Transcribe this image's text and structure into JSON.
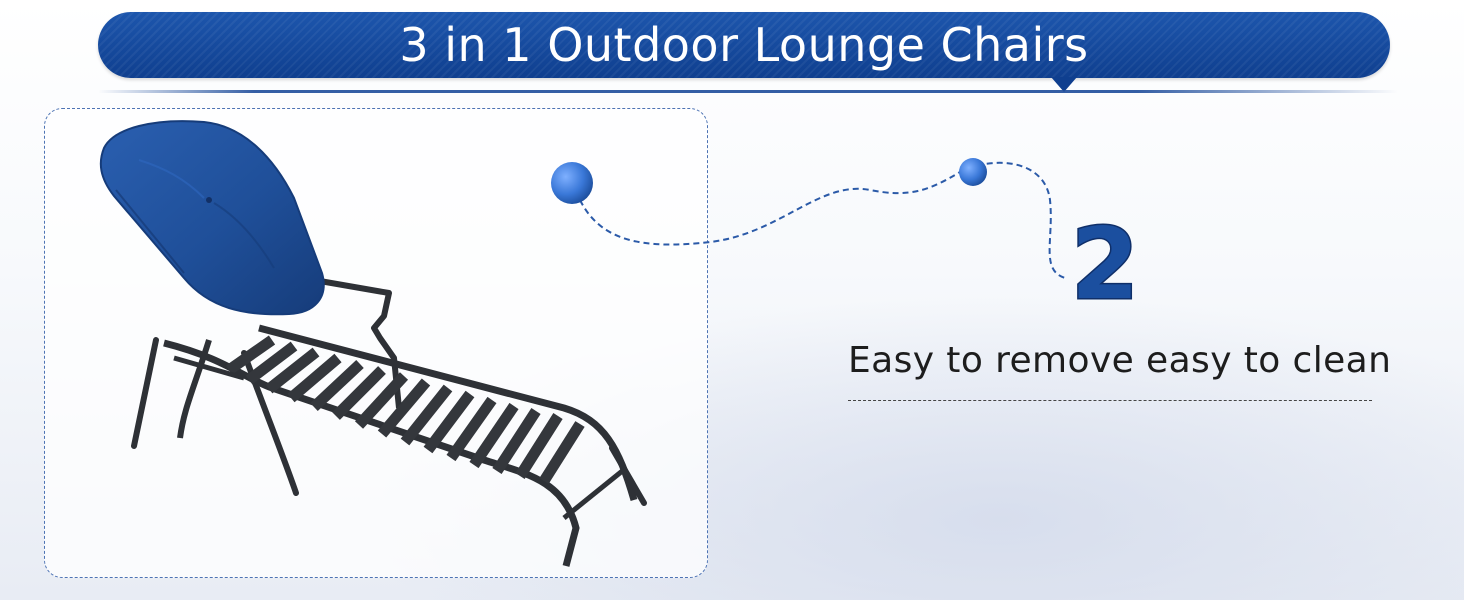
{
  "banner": {
    "title": "3 in 1 Outdoor Lounge Chairs",
    "color": "#12439a"
  },
  "feature": {
    "step_number": "2",
    "caption": "Easy to remove easy to clean"
  },
  "colors": {
    "cushion": "#1f4f99",
    "frame": "#2e3136",
    "accent_dot": "#3a78d8",
    "dashed_line": "#2b5aa8"
  },
  "icons": {
    "bullet": "circle-dot-icon"
  }
}
